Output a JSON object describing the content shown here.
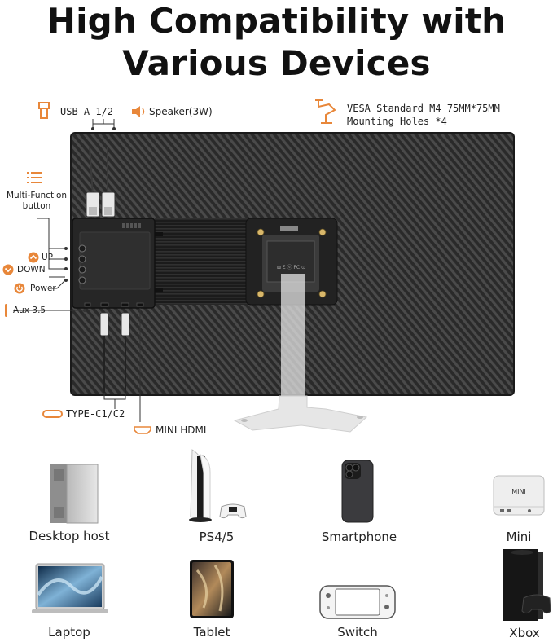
{
  "title": {
    "line1": "High Compatibility with",
    "line2": "Various Devices"
  },
  "colors": {
    "accent": "#e8873a",
    "monitor_dark": "#2b2b2b",
    "stand": "#e6e6e6"
  },
  "ports": {
    "usb": "USB-A 1/2",
    "speaker": "Speaker(3W)",
    "vesa_line1": "VESA Standard M4 75MM*75MM",
    "vesa_line2": "Mounting Holes *4",
    "multifunction_line1": "Multi-Function",
    "multifunction_line2": "button",
    "up": "UP",
    "down": "DOWN",
    "power": "Power",
    "aux": "Aux 3.5",
    "typec": "TYPE-C1/C2",
    "minihdmi": "MINI HDMI"
  },
  "devices": [
    {
      "label": "Desktop host",
      "icon": "desktop-tower-icon"
    },
    {
      "label": "PS4/5",
      "icon": "game-console-icon"
    },
    {
      "label": "Smartphone",
      "icon": "smartphone-icon"
    },
    {
      "label": "Mini",
      "icon": "mini-pc-icon",
      "badge": "MINI"
    },
    {
      "label": "Laptop",
      "icon": "laptop-icon"
    },
    {
      "label": "Tablet",
      "icon": "tablet-icon"
    },
    {
      "label": "Switch",
      "icon": "handheld-console-icon"
    },
    {
      "label": "Xbox",
      "icon": "xbox-icon"
    }
  ]
}
